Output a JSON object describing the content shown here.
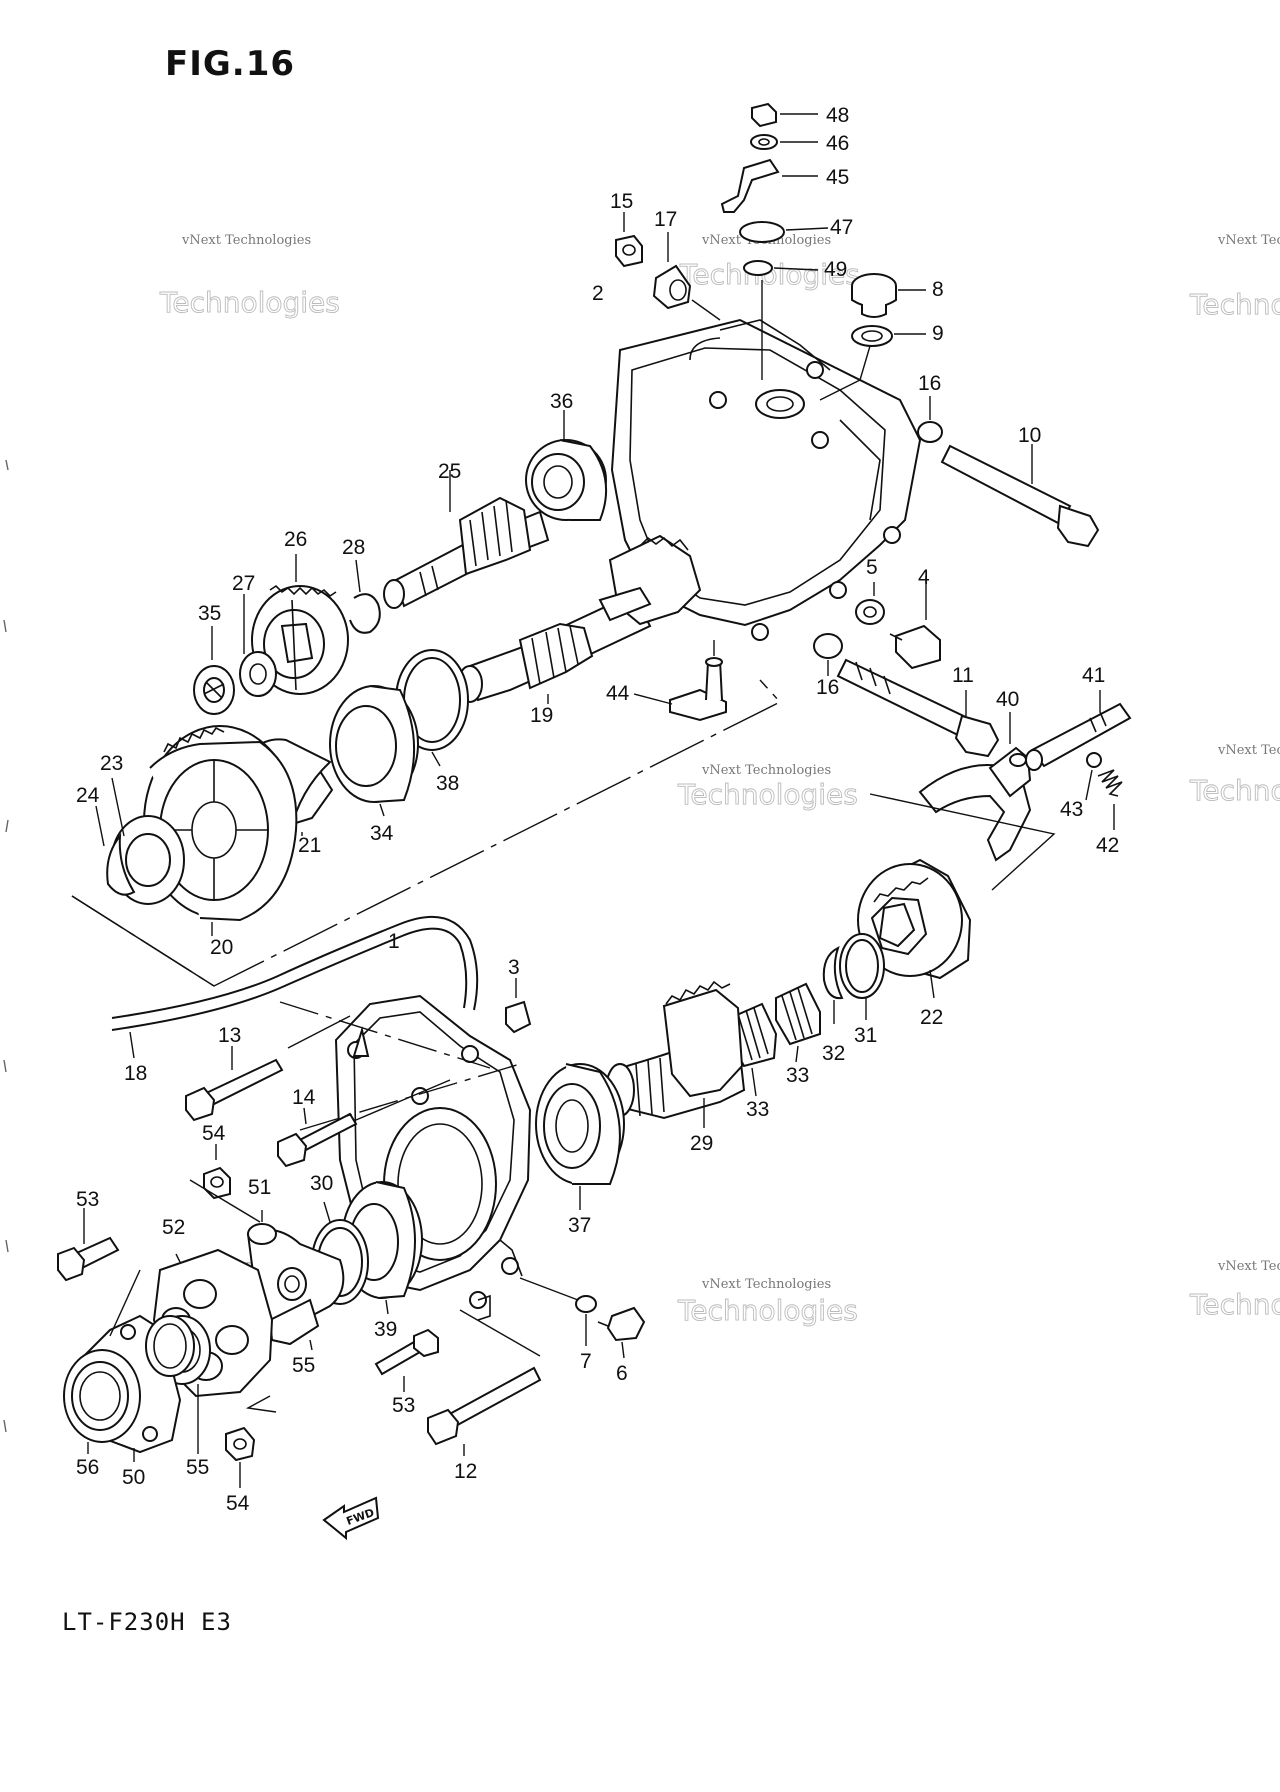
{
  "figure": {
    "title": "FIG.16",
    "model": "LT-F230H  E3",
    "direction_label": "FWD"
  },
  "watermark": {
    "line1": "vNext Technologies",
    "line2": "Technologies",
    "color": "#bbbbbb"
  },
  "callouts": [
    {
      "id": "c48",
      "label": "48"
    },
    {
      "id": "c46",
      "label": "46"
    },
    {
      "id": "c45",
      "label": "45"
    },
    {
      "id": "c47",
      "label": "47"
    },
    {
      "id": "c49",
      "label": "49"
    },
    {
      "id": "c15",
      "label": "15"
    },
    {
      "id": "c17",
      "label": "17"
    },
    {
      "id": "c8",
      "label": "8"
    },
    {
      "id": "c9",
      "label": "9"
    },
    {
      "id": "c2",
      "label": "2"
    },
    {
      "id": "c16a",
      "label": "16"
    },
    {
      "id": "c10",
      "label": "10"
    },
    {
      "id": "c36",
      "label": "36"
    },
    {
      "id": "c25",
      "label": "25"
    },
    {
      "id": "c26",
      "label": "26"
    },
    {
      "id": "c28",
      "label": "28"
    },
    {
      "id": "c27",
      "label": "27"
    },
    {
      "id": "c35",
      "label": "35"
    },
    {
      "id": "c5",
      "label": "5"
    },
    {
      "id": "c4",
      "label": "4"
    },
    {
      "id": "c16b",
      "label": "16"
    },
    {
      "id": "c11",
      "label": "11"
    },
    {
      "id": "c41",
      "label": "41"
    },
    {
      "id": "c40",
      "label": "40"
    },
    {
      "id": "c44",
      "label": "44"
    },
    {
      "id": "c19",
      "label": "19"
    },
    {
      "id": "c38",
      "label": "38"
    },
    {
      "id": "c34",
      "label": "34"
    },
    {
      "id": "c21",
      "label": "21"
    },
    {
      "id": "c23",
      "label": "23"
    },
    {
      "id": "c24",
      "label": "24"
    },
    {
      "id": "c20",
      "label": "20"
    },
    {
      "id": "c43",
      "label": "43"
    },
    {
      "id": "c42",
      "label": "42"
    },
    {
      "id": "c22",
      "label": "22"
    },
    {
      "id": "c31",
      "label": "31"
    },
    {
      "id": "c32",
      "label": "32"
    },
    {
      "id": "c33a",
      "label": "33"
    },
    {
      "id": "c33b",
      "label": "33"
    },
    {
      "id": "c1",
      "label": "1"
    },
    {
      "id": "c3",
      "label": "3"
    },
    {
      "id": "c13",
      "label": "13"
    },
    {
      "id": "c18",
      "label": "18"
    },
    {
      "id": "c14",
      "label": "14"
    },
    {
      "id": "c29",
      "label": "29"
    },
    {
      "id": "c37",
      "label": "37"
    },
    {
      "id": "c54a",
      "label": "54"
    },
    {
      "id": "c53a",
      "label": "53"
    },
    {
      "id": "c52",
      "label": "52"
    },
    {
      "id": "c51",
      "label": "51"
    },
    {
      "id": "c30",
      "label": "30"
    },
    {
      "id": "c39",
      "label": "39"
    },
    {
      "id": "c7",
      "label": "7"
    },
    {
      "id": "c6",
      "label": "6"
    },
    {
      "id": "c55a",
      "label": "55"
    },
    {
      "id": "c53b",
      "label": "53"
    },
    {
      "id": "c12",
      "label": "12"
    },
    {
      "id": "c56",
      "label": "56"
    },
    {
      "id": "c50",
      "label": "50"
    },
    {
      "id": "c55b",
      "label": "55"
    },
    {
      "id": "c54b",
      "label": "54"
    }
  ]
}
